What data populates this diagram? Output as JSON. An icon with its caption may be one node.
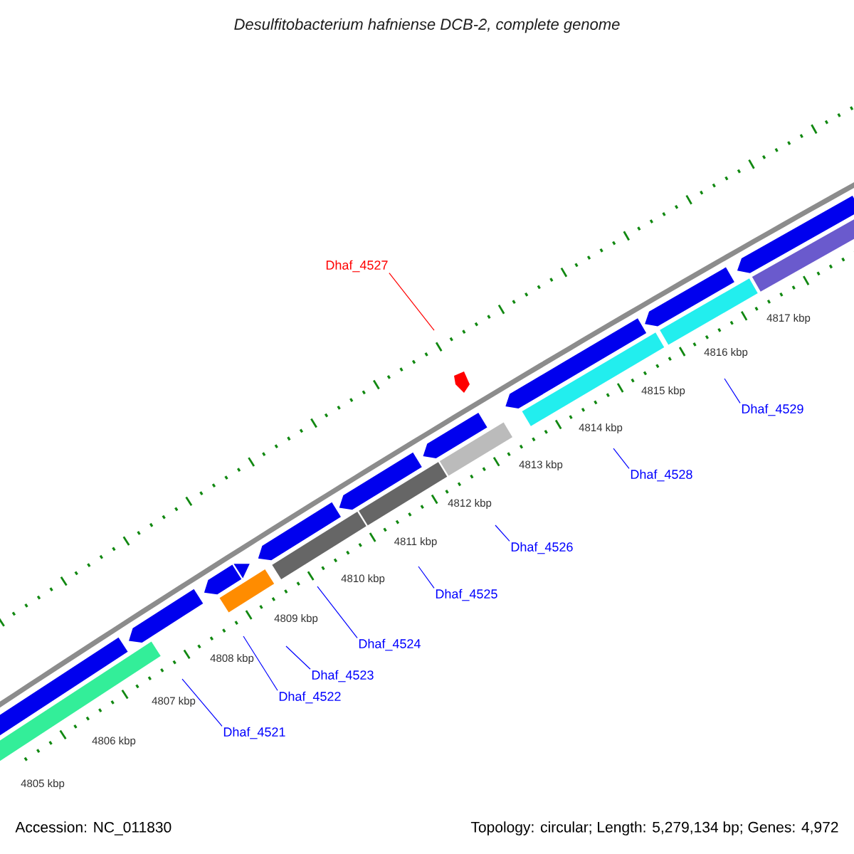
{
  "diagram": {
    "title": "Desulfitobacterium hafniense DCB-2, complete genome",
    "nodes": [
      {
        "text": [
          "Dhaf_4521"
        ]
      },
      {
        "text": [
          "Dhaf_4522"
        ]
      },
      {
        "text": [
          "Dhaf_4523"
        ]
      },
      {
        "text": [
          "Dhaf_4524"
        ]
      },
      {
        "text": [
          "Dhaf_4525"
        ]
      },
      {
        "text": [
          "Dhaf_4526"
        ]
      },
      {
        "text": [
          "Dhaf_4527"
        ]
      },
      {
        "text": [
          "Dhaf_4528"
        ]
      },
      {
        "text": [
          "Dhaf_4529"
        ]
      }
    ],
    "edges": [
      {
        "from": 0,
        "to": null,
        "arrow": "none"
      },
      {
        "from": 1,
        "to": null,
        "arrow": "none"
      },
      {
        "from": 2,
        "to": null,
        "arrow": "none"
      },
      {
        "from": 3,
        "to": null,
        "arrow": "none"
      },
      {
        "from": 4,
        "to": null,
        "arrow": "none"
      },
      {
        "from": 5,
        "to": null,
        "arrow": "none"
      },
      {
        "from": 6,
        "to": null,
        "arrow": "none",
        "color": "#ff0000"
      },
      {
        "from": 7,
        "to": null,
        "arrow": "none"
      },
      {
        "from": 8,
        "to": null,
        "arrow": "none"
      }
    ],
    "labels": [
      "4805 kbp",
      "4806 kbp",
      "4807 kbp",
      "4808 kbp",
      "4809 kbp",
      "4810 kbp",
      "4811 kbp",
      "4812 kbp",
      "4813 kbp",
      "4814 kbp",
      "4815 kbp",
      "4816 kbp",
      "4817 kbp",
      "Accession: NC_011830",
      "Topology: circular; Length: 5,279,134 bp; Genes: 4,972"
    ]
  }
}
